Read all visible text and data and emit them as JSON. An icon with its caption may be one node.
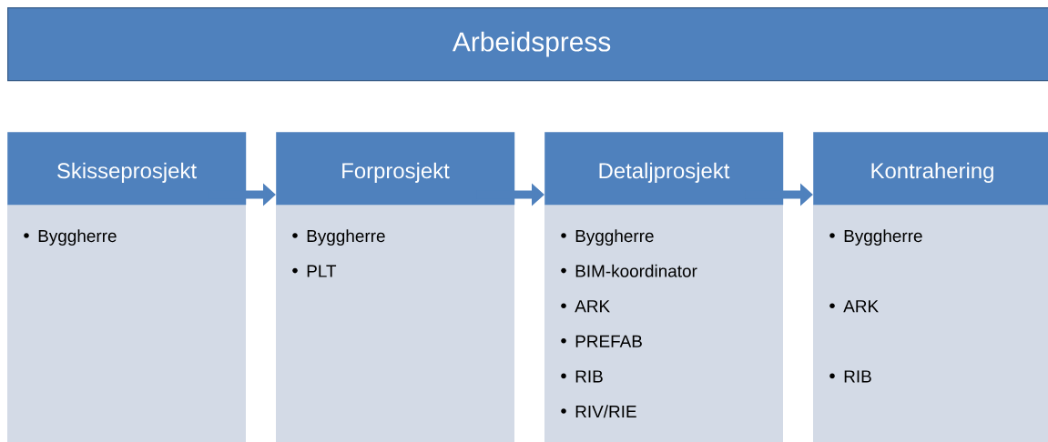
{
  "diagram": {
    "nodes": [
      {
        "text": [
          "Arbeidspress"
        ]
      },
      {
        "text": [
          "Skisseprosjekt",
          "Byggherre"
        ]
      },
      {
        "text": [
          "Forprosjekt",
          "Byggherre",
          "PLT"
        ]
      },
      {
        "text": [
          "Detaljprosjekt",
          "Byggherre",
          "BIM-koordinator",
          "ARK",
          "PREFAB",
          "RIB",
          "RIV/RIE"
        ]
      },
      {
        "text": [
          "Kontrahering",
          "Byggherre",
          "ARK",
          "RIB"
        ]
      }
    ],
    "edges": [
      {
        "from": 1,
        "to": 2,
        "arrow": "to"
      },
      {
        "from": 2,
        "to": 3,
        "arrow": "to"
      },
      {
        "from": 3,
        "to": 4,
        "arrow": "to"
      }
    ]
  }
}
